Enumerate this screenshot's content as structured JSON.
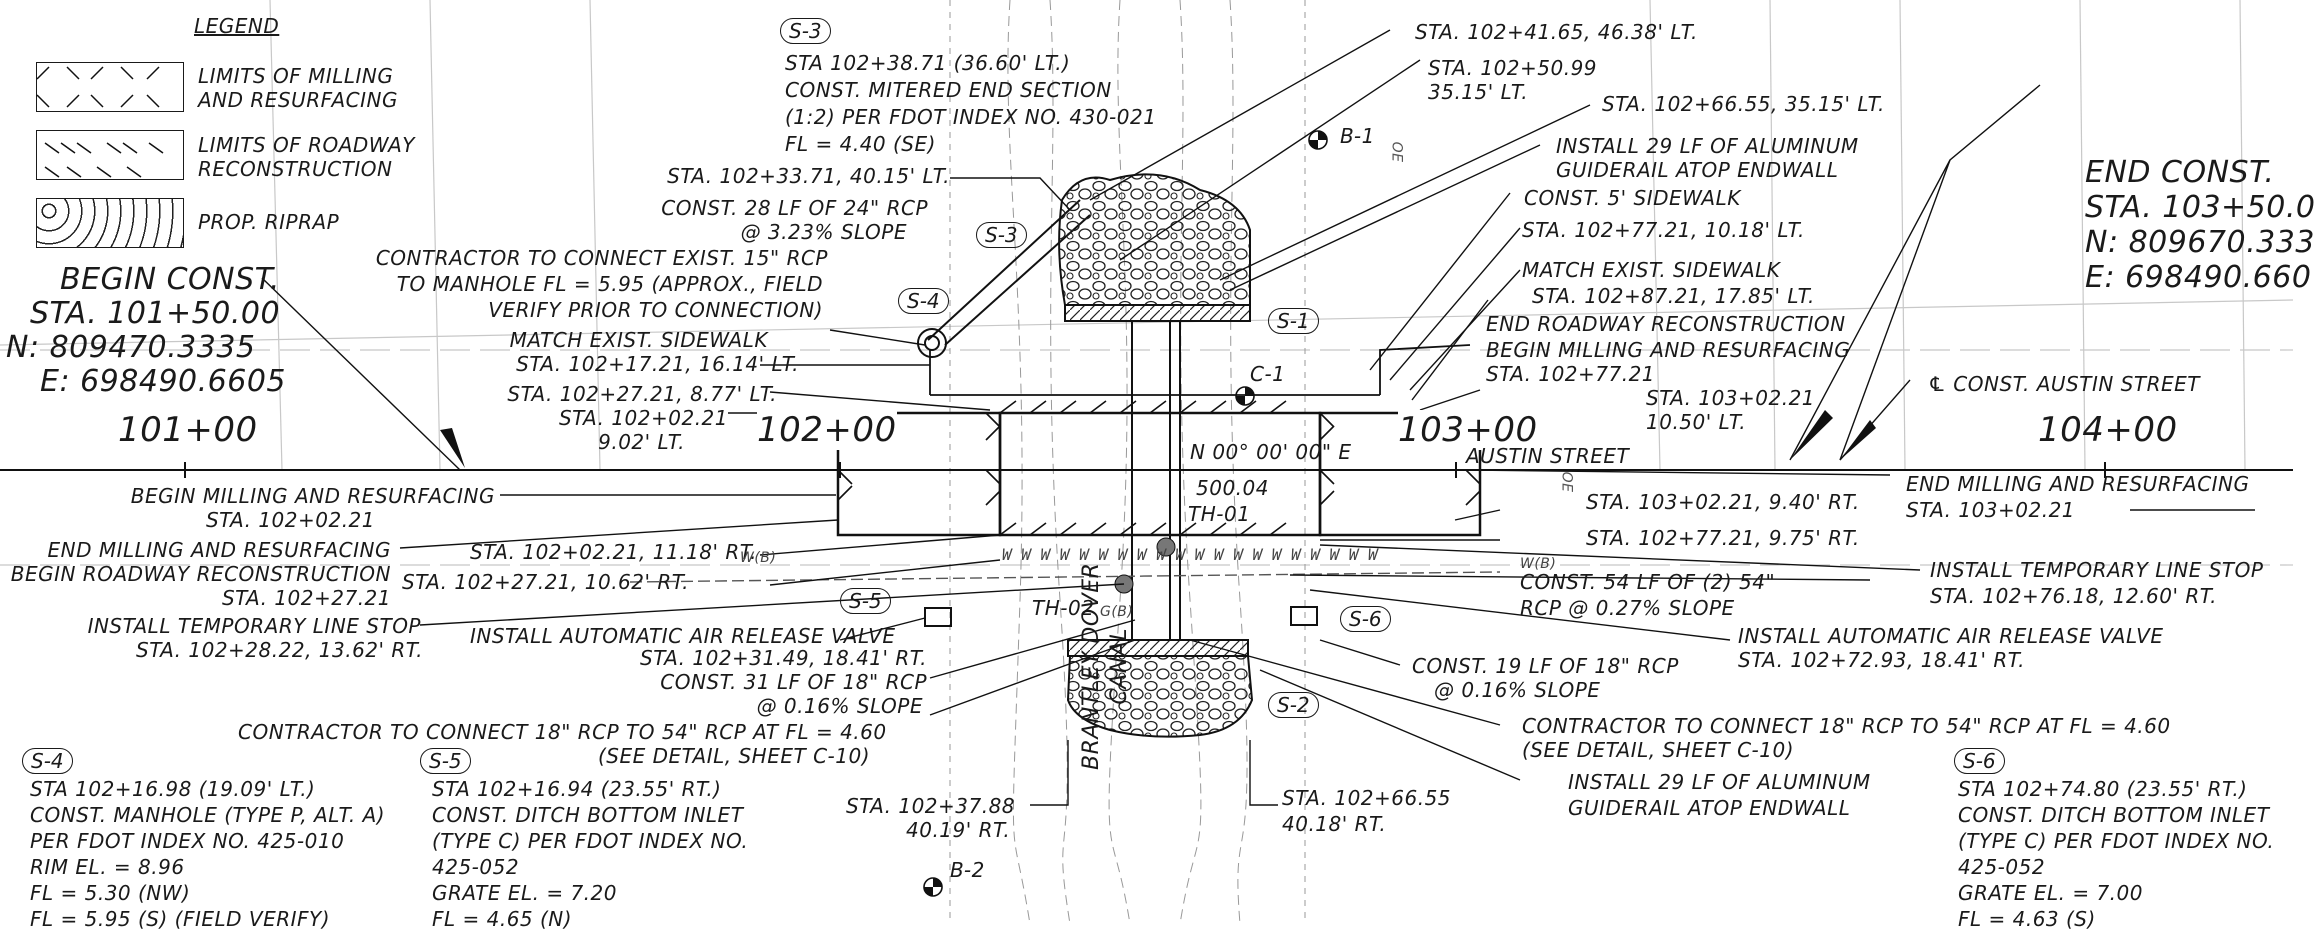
{
  "legend": {
    "title": "LEGEND",
    "items": [
      {
        "label": [
          "LIMITS OF MILLING",
          "AND RESURFACING"
        ],
        "pattern": "milling-hatch-icon"
      },
      {
        "label": [
          "LIMITS OF ROADWAY",
          "RECONSTRUCTION"
        ],
        "pattern": "reconstruction-hatch-icon"
      },
      {
        "label": [
          "PROP. RIPRAP"
        ],
        "pattern": "riprap-icon"
      }
    ]
  },
  "begin_const": {
    "title": "BEGIN CONST.",
    "sta": "STA. 101+50.00",
    "n": "N: 809470.3335",
    "e": "E: 698490.6605"
  },
  "end_const": {
    "title": "END CONST.",
    "sta": "STA. 103+50.0",
    "n": "N: 809670.333",
    "e": "E: 698490.660"
  },
  "stations": [
    "101+00",
    "102+00",
    "103+00",
    "104+00"
  ],
  "centerline": {
    "label": "℄ CONST. AUSTIN STREET",
    "street": "AUSTIN STREET",
    "bearing": "N 00° 00' 00\" E",
    "length": "500.04",
    "testhole1": "TH-01",
    "testhole2": "TH-02"
  },
  "borings": [
    "B-1",
    "B-2",
    "C-1"
  ],
  "canal": [
    "BRANTLEY DOVER",
    "CANAL"
  ],
  "structure_tags": [
    "S-1",
    "S-2",
    "S-3",
    "S-4",
    "S-5",
    "S-6"
  ],
  "top_left_notes": [
    "STA. 102+33.71, 40.15' LT.",
    "CONST. 28 LF OF 24\" RCP",
    "@ 3.23% SLOPE",
    "CONTRACTOR TO CONNECT EXIST. 15\" RCP",
    "TO MANHOLE FL = 5.95 (APPROX., FIELD",
    "VERIFY PRIOR TO CONNECTION)",
    "MATCH EXIST. SIDEWALK",
    "STA. 102+17.21, 16.14' LT.",
    "STA. 102+27.21, 8.77' LT.",
    "STA. 102+02.21",
    "9.02' LT."
  ],
  "s3_note": [
    "STA 102+38.71 (36.60' LT.)",
    "CONST. MITERED END SECTION",
    "(1:2) PER FDOT INDEX NO. 430-021",
    "FL = 4.40 (SE)"
  ],
  "top_right_notes": [
    "STA. 102+41.65, 46.38' LT.",
    "STA. 102+50.99",
    "35.15' LT.",
    "STA. 102+66.55, 35.15' LT.",
    "INSTALL 29 LF OF ALUMINUM",
    "GUIDERAIL ATOP ENDWALL",
    "CONST. 5' SIDEWALK",
    "STA. 102+77.21, 10.18' LT.",
    "MATCH EXIST. SIDEWALK",
    "STA. 102+87.21, 17.85' LT.",
    "END ROADWAY RECONSTRUCTION",
    "BEGIN MILLING AND RESURFACING",
    "STA. 102+77.21",
    "STA. 103+02.21",
    "10.50' LT."
  ],
  "mid_left_notes": [
    "BEGIN MILLING AND RESURFACING",
    "STA. 102+02.21",
    "END MILLING AND RESURFACING",
    "BEGIN ROADWAY RECONSTRUCTION",
    "STA. 102+27.21",
    "STA. 102+02.21, 11.18' RT.",
    "STA. 102+27.21, 10.62' RT.",
    "INSTALL TEMPORARY LINE STOP",
    "STA. 102+28.22, 13.62' RT.",
    "INSTALL AUTOMATIC AIR RELEASE VALVE",
    "STA. 102+31.49, 18.41' RT.",
    "CONST. 31 LF OF 18\" RCP",
    "@ 0.16% SLOPE",
    "CONTRACTOR TO CONNECT 18\" RCP TO 54\" RCP AT FL = 4.60",
    "(SEE DETAIL, SHEET C-10)"
  ],
  "mid_right_notes": [
    "END MILLING AND RESURFACING",
    "STA. 103+02.21",
    "STA. 103+02.21, 9.40' RT.",
    "STA. 102+77.21, 9.75' RT.",
    "INSTALL TEMPORARY LINE STOP",
    "STA. 102+76.18, 12.60' RT.",
    "CONST. 54 LF OF (2) 54\"",
    "RCP @ 0.27% SLOPE",
    "INSTALL AUTOMATIC AIR RELEASE VALVE",
    "STA. 102+72.93, 18.41' RT.",
    "CONST. 19 LF OF 18\" RCP",
    "@ 0.16% SLOPE",
    "CONTRACTOR TO CONNECT 18\" RCP TO 54\" RCP AT FL = 4.60",
    "(SEE DETAIL, SHEET C-10)",
    "INSTALL 29 LF OF ALUMINUM",
    "GUIDERAIL ATOP ENDWALL"
  ],
  "bottom_sta": {
    "left": [
      "STA. 102+37.88",
      "40.19' RT."
    ],
    "right": [
      "STA. 102+66.55",
      "40.18' RT."
    ]
  },
  "s4_note": [
    "STA 102+16.98 (19.09' LT.)",
    "CONST. MANHOLE (TYPE P, ALT. A)",
    "PER FDOT INDEX NO. 425-010",
    "RIM EL. = 8.96",
    "FL = 5.30 (NW)",
    "FL = 5.95 (S) (FIELD VERIFY)"
  ],
  "s5_note": [
    "STA 102+16.94 (23.55' RT.)",
    "CONST. DITCH BOTTOM INLET",
    "(TYPE C) PER FDOT INDEX NO.",
    "425-052",
    "GRATE EL. = 7.20",
    "FL = 4.65 (N)"
  ],
  "s6_note": [
    "STA 102+74.80 (23.55' RT.)",
    "CONST. DITCH BOTTOM INLET",
    "(TYPE C) PER FDOT INDEX NO.",
    "425-052",
    "GRATE EL. = 7.00",
    "FL = 4.63 (S)"
  ],
  "utility_labels": {
    "water": "W(B)",
    "gas": "G(B)",
    "fiber": "OE",
    "water_run": "W W W W W W W W W W"
  }
}
